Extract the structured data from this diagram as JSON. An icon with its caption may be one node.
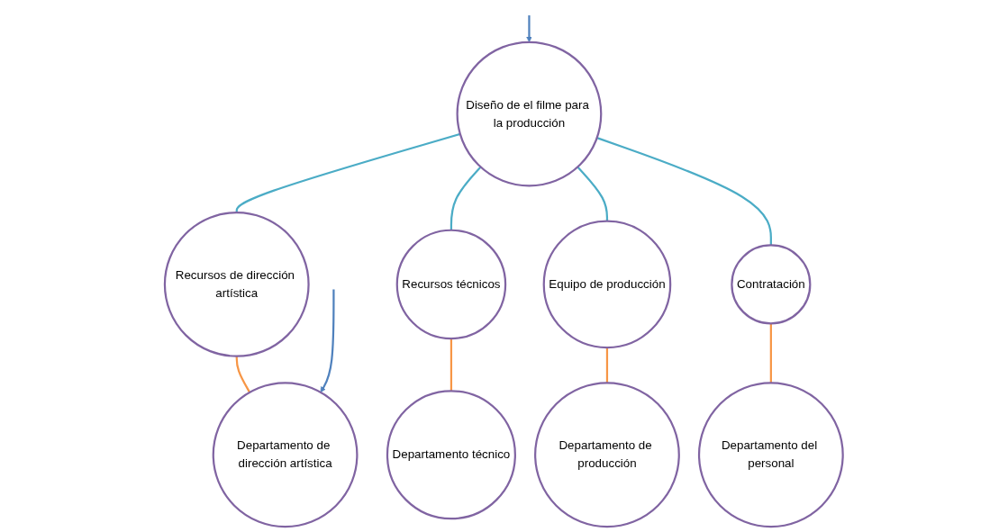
{
  "diagram": {
    "nodes": [
      {
        "text": [
          "Diseño de el filme para la producción"
        ]
      },
      {
        "text": [
          "Recursos de dirección artística"
        ]
      },
      {
        "text": [
          "Recursos técnicos"
        ]
      },
      {
        "text": [
          "Equipo de producción"
        ]
      },
      {
        "text": [
          "Contratación"
        ]
      },
      {
        "text": [
          "Departamento de dirección artística"
        ]
      },
      {
        "text": [
          "Departamento técnico"
        ]
      },
      {
        "text": [
          "Departamento de producción"
        ]
      },
      {
        "text": [
          "Departamento del personal"
        ]
      }
    ],
    "edges": [
      {
        "from": 0,
        "to": 1,
        "arrow": "none",
        "color": "#4bacc6"
      },
      {
        "from": 0,
        "to": 2,
        "arrow": "none",
        "color": "#4bacc6"
      },
      {
        "from": 0,
        "to": 3,
        "arrow": "none",
        "color": "#4bacc6"
      },
      {
        "from": 0,
        "to": 4,
        "arrow": "none",
        "color": "#4bacc6"
      },
      {
        "from": 1,
        "to": 5,
        "arrow": "none",
        "color": "#f79646"
      },
      {
        "from": 2,
        "to": 6,
        "arrow": "none",
        "color": "#f79646"
      },
      {
        "from": 3,
        "to": 7,
        "arrow": "none",
        "color": "#f79646"
      },
      {
        "from": 4,
        "to": 8,
        "arrow": "none",
        "color": "#f79646"
      },
      {
        "from": null,
        "to": 0,
        "arrow": "to",
        "color": "#4f81bd"
      },
      {
        "from": null,
        "to": 5,
        "arrow": "to",
        "color": "#4f81bd"
      }
    ]
  }
}
